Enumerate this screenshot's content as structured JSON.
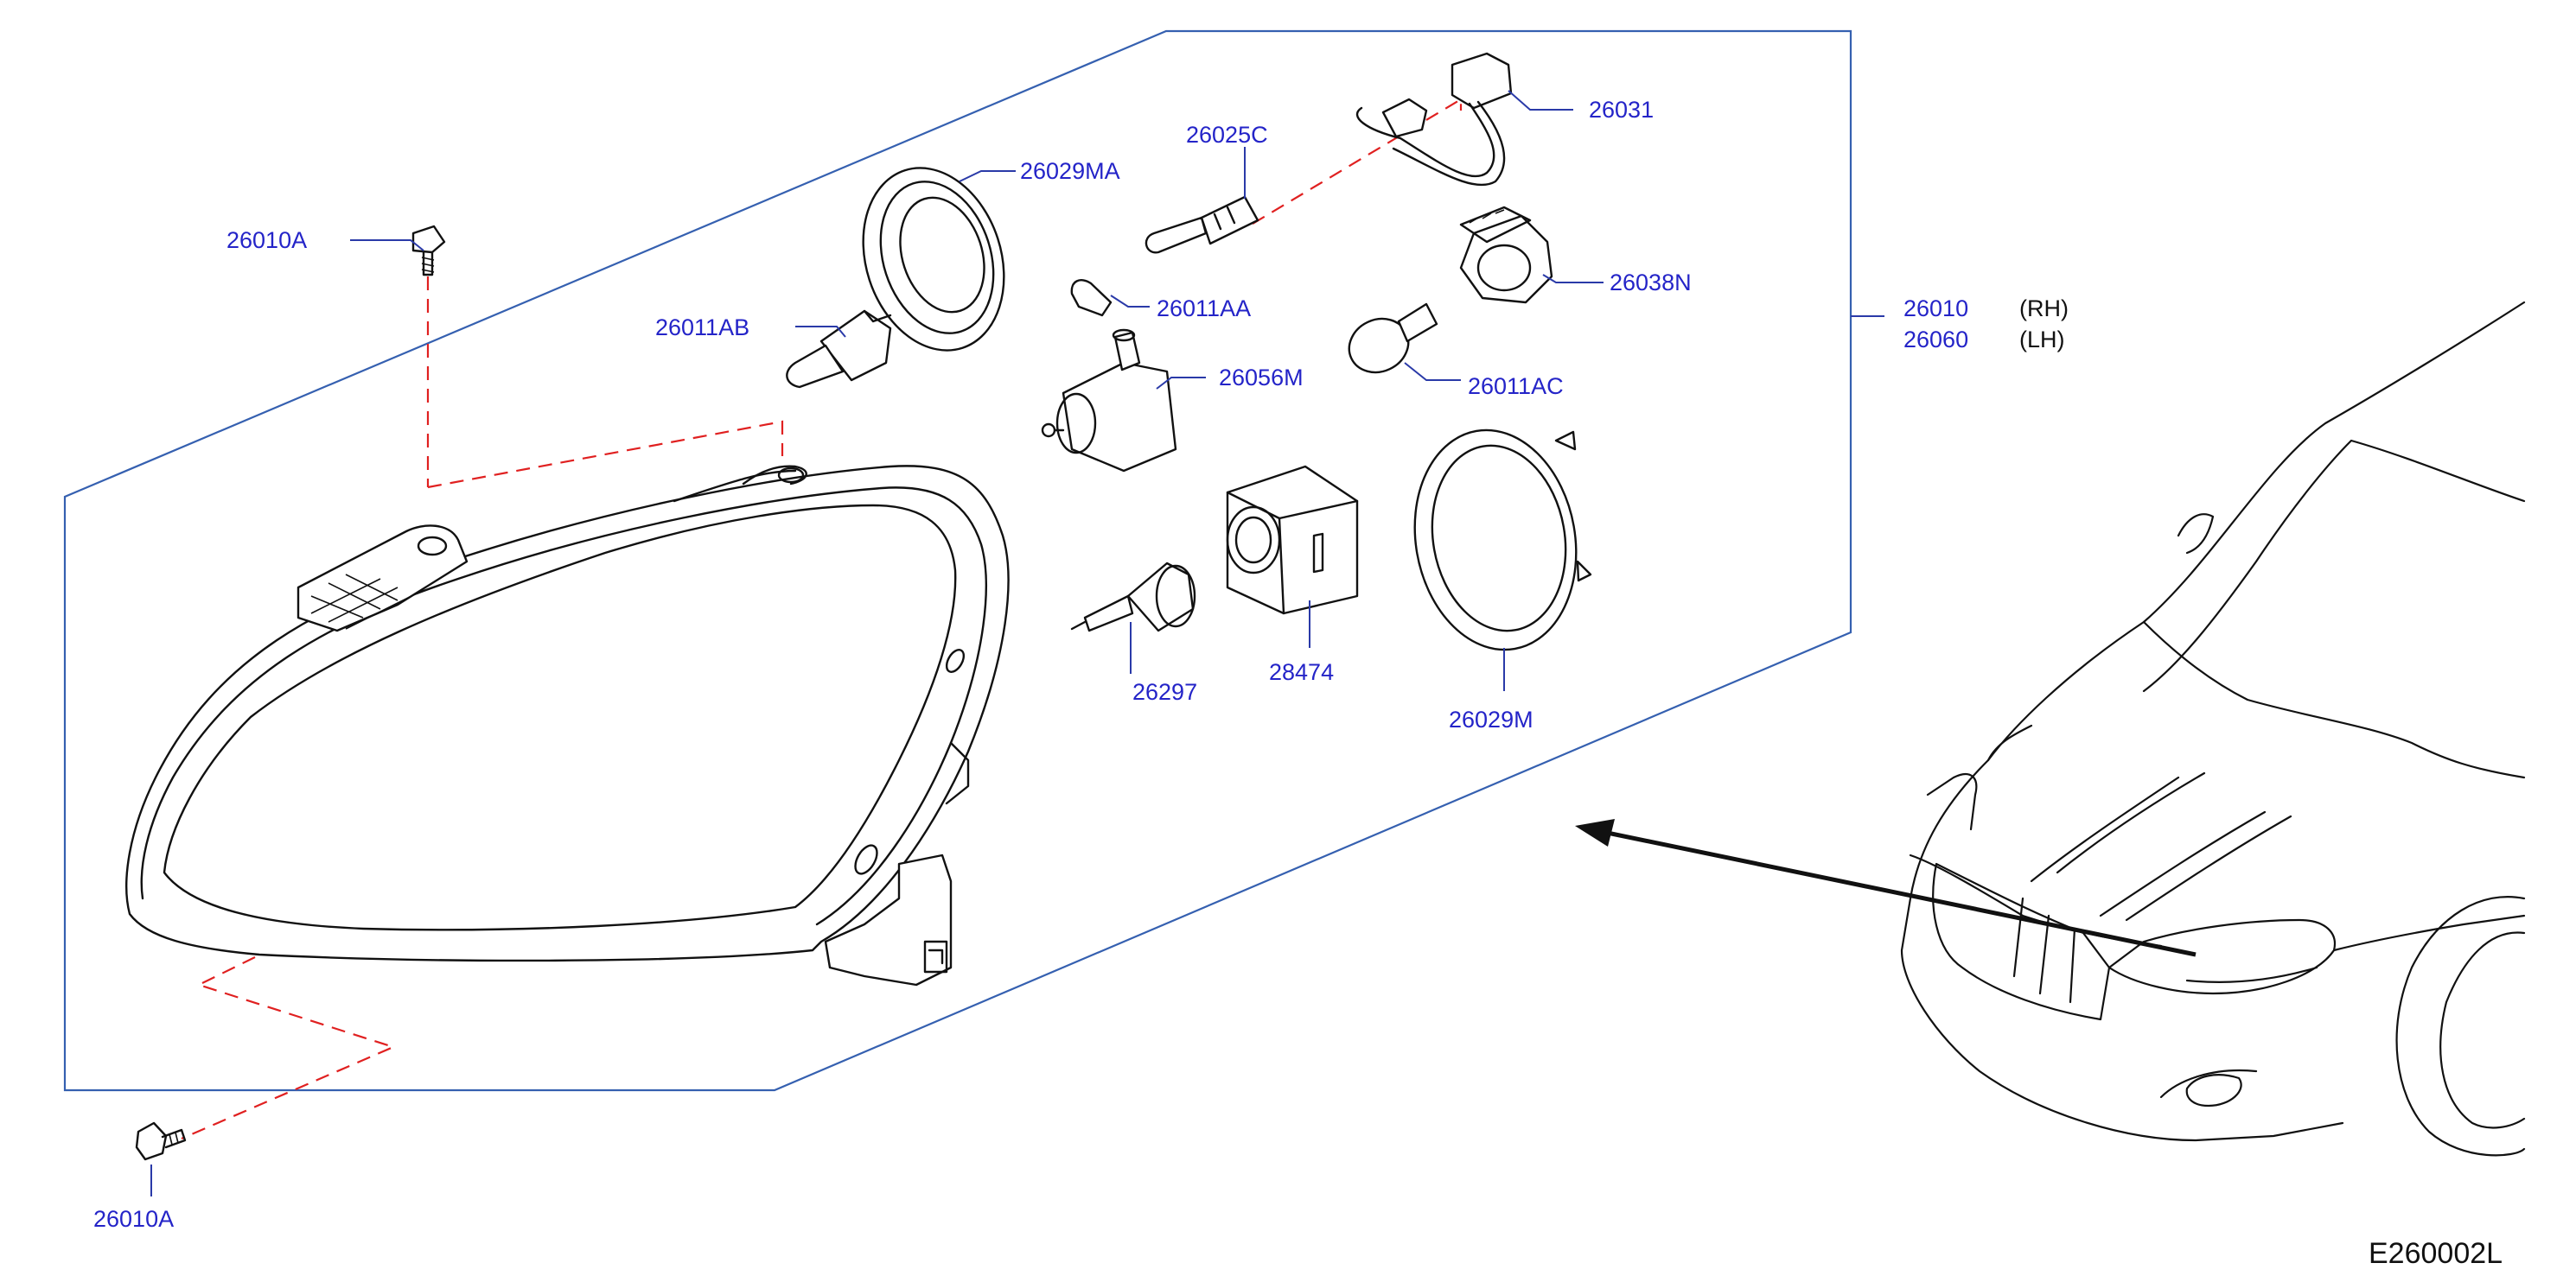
{
  "diagram": {
    "code": "E260002L",
    "assembly": {
      "rh_part": "26010",
      "rh_side": "(RH)",
      "lh_part": "26060",
      "lh_side": "(LH)"
    },
    "parts": {
      "screw_top": "26010A",
      "screw_bottom": "26010A",
      "cap_ma": "26029MA",
      "bulb_ab": "26011AB",
      "socket_c": "26025C",
      "bulb_aa": "26011AA",
      "harness": "26031",
      "socket_n": "26038N",
      "bulb_ac": "26011AC",
      "actuator": "26056M",
      "xenon_bulb": "26297",
      "ballast": "28474",
      "cap_m": "26029M"
    }
  }
}
